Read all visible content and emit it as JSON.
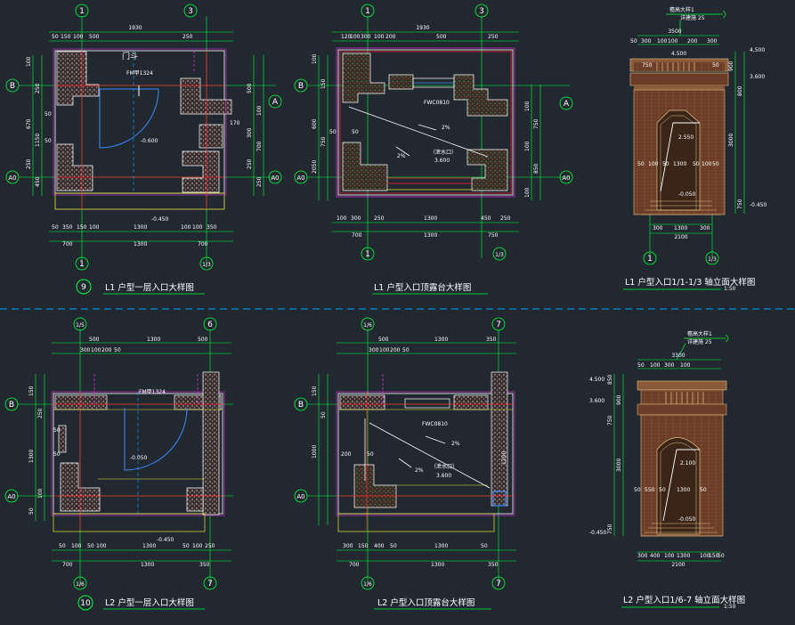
{
  "colors": {
    "background": "#212830",
    "dim_line": "#00ff3c",
    "wall_outline": "#ffffff",
    "hatch": "#c88c8c",
    "red_line": "#ff2030",
    "magenta_line": "#e030e0",
    "yellow_line": "#e6e63c",
    "cyan_dash": "#00a8ff",
    "blue_door": "#3c8cff",
    "elev_fill": "#6b3d28"
  },
  "panels": {
    "p1": {
      "title": "L1 户型一层入口大样图",
      "number": "9",
      "axes_top": [
        "1",
        "3"
      ],
      "axes_bottom": [
        "1",
        "1/3"
      ],
      "axes_left": [
        "B",
        "A0"
      ],
      "axes_right": [
        "A",
        "A0"
      ],
      "top_dim_total": "1930",
      "top_dims_row1": [
        "50",
        "150",
        "100",
        "500",
        "250"
      ],
      "bottom_dims": [
        "50",
        "350",
        "150",
        "100",
        "1300",
        "100",
        "100",
        "350"
      ],
      "bottom_dims_row2": [
        "700",
        "1300",
        "700"
      ],
      "label_top": "门斗",
      "door_tag": "FM甲1324",
      "level_inner": "-0.600",
      "level_outer": "-0.450",
      "left_dims": [
        "100",
        "250",
        "670",
        "1150",
        "250",
        "450",
        "50",
        "50"
      ],
      "right_dims": [
        "500",
        "100",
        "300",
        "700",
        "250",
        "250",
        "170"
      ]
    },
    "p2": {
      "title": "L1 户型入口顶露台大样图",
      "axes_top": [
        "1",
        "3"
      ],
      "axes_bottom": [
        "1",
        "1/3"
      ],
      "axes_left": [
        "B",
        "A0"
      ],
      "axes_right": [
        "A",
        "A0"
      ],
      "top_dim_total": "1930",
      "top_dims_row1": [
        "120",
        "100",
        "300",
        "100",
        "200",
        "500",
        "250"
      ],
      "bottom_dims": [
        "100",
        "300",
        "250",
        "1300",
        "450",
        "250"
      ],
      "bottom_dims_row2": [
        "700",
        "1300",
        "750"
      ],
      "window_tag": "FWC0810",
      "slope_label": "2%",
      "level_tag": "3.600",
      "note": "（泄水口）",
      "left_dims": [
        "100",
        "150",
        "600",
        "750",
        "2050",
        "50",
        "50"
      ],
      "right_dims": [
        "100",
        "750",
        "100",
        "850",
        "100"
      ]
    },
    "p3": {
      "title": "L1 户型入口1/1-1/3 轴立面大样图",
      "scale": "1:50",
      "axes_bottom": [
        "1",
        "1/3"
      ],
      "note_top": "檐高大样1",
      "note_top2": "详建施 25",
      "top_dims": [
        "50",
        "300",
        "100",
        "100",
        "200",
        "300"
      ],
      "top_dim_total": "3500",
      "levels": [
        "4.500",
        "3.600",
        "2.550",
        "-0.050",
        "-0.450"
      ],
      "right_dims": [
        "4,500",
        "900",
        "800",
        "3000",
        "750"
      ],
      "bottom_dims": [
        "50",
        "100",
        "50",
        "1300",
        "50",
        "100",
        "50"
      ],
      "bottom_dims_row2": [
        "300",
        "1300",
        "300"
      ],
      "width_total": "2100",
      "inner_dims": [
        "750",
        "50"
      ]
    },
    "p4": {
      "title": "L2 户型一层入口大样图",
      "number": "10",
      "axes_top": [
        "1/5",
        "6"
      ],
      "axes_bottom": [
        "1/6",
        "7"
      ],
      "axes_left": [
        "B",
        "A0"
      ],
      "top_dims_row1": [
        "500",
        "1300",
        "500"
      ],
      "top_dims_row2": [
        "300",
        "100",
        "200",
        "50"
      ],
      "door_tag": "FM甲1324",
      "level_inner": "-0.050",
      "level_outer": "-0.450",
      "bottom_dims": [
        "50",
        "100",
        "50",
        "100",
        "1300",
        "50",
        "100",
        "250"
      ],
      "bottom_dims_row2": [
        "700",
        "1300",
        "350"
      ],
      "left_dims": [
        "150",
        "250",
        "50",
        "1300",
        "50",
        "100",
        "50"
      ]
    },
    "p5": {
      "title": "L2 户型入口顶露台大样图",
      "axes_top": [
        "1/6",
        "7"
      ],
      "axes_bottom": [
        "1/6",
        "7"
      ],
      "axes_left": [
        "B",
        "A0"
      ],
      "top_dims_row1": [
        "500",
        "1300",
        "350"
      ],
      "top_dims_row2": [
        "300",
        "100",
        "200",
        "50"
      ],
      "window_tag": "FWC0810",
      "slope_label": "2%",
      "level_tag": "3.600",
      "note": "（泄水口）",
      "bottom_dims": [
        "300",
        "150",
        "400",
        "50",
        "1300",
        "50"
      ],
      "bottom_dims_row2": [
        "700",
        "1300",
        "350"
      ],
      "left_dims": [
        "150",
        "50",
        "1000",
        "200",
        "50"
      ],
      "right_dims": [
        "1200"
      ]
    },
    "p6": {
      "title": "L2 户型入口1/6-7 轴立面大样图",
      "scale": "1:50",
      "note_top": "檐高大样1",
      "note_top2": "详建施 25",
      "top_dims": [
        "50",
        "100",
        "300",
        "100"
      ],
      "top_dim_total": "3300",
      "levels": [
        "4.500",
        "3.600",
        "2.100",
        "-0.050",
        "-0.450"
      ],
      "left_dims": [
        "850",
        "900",
        "750",
        "3000",
        "750"
      ],
      "bottom_dims": [
        "300",
        "400",
        "100",
        "1300",
        "100",
        "150",
        "50"
      ],
      "width_total": "2100",
      "inner_dims": [
        "50",
        "550",
        "50",
        "1300",
        "50"
      ]
    }
  }
}
